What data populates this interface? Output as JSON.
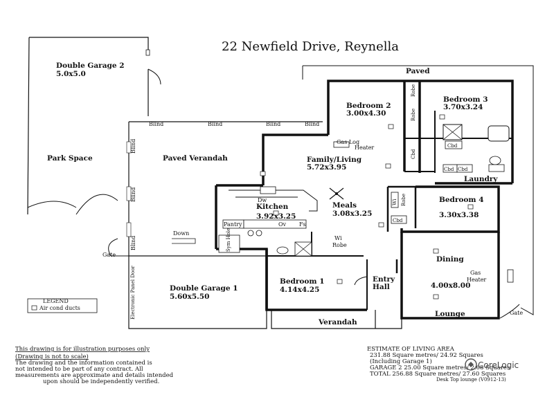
{
  "title": "22 Newfield Drive,  Reynella",
  "rooms": {
    "double_garage_2": {
      "name": "Double Garage 2",
      "size": "5.0x5.0"
    },
    "park_space": {
      "name": "Park Space"
    },
    "paved_verandah": {
      "name": "Paved Verandah"
    },
    "paved": {
      "name": "Paved"
    },
    "bedroom_2": {
      "name": "Bedroom 2",
      "size": "3.00x4.30"
    },
    "bedroom_3": {
      "name": "Bedroom 3",
      "size": "3.70x3.24"
    },
    "family_living": {
      "name": "Family/Living",
      "size": "5.72x3.95"
    },
    "kitchen": {
      "name": "Kitchen",
      "size": "3.92x3.25"
    },
    "meals": {
      "name": "Meals",
      "size": "3.08x3.25"
    },
    "bedroom_4": {
      "name": "Bedroom 4",
      "size": "3.30x3.38"
    },
    "laundry": {
      "name": "Laundry"
    },
    "dining": {
      "name": "Dining"
    },
    "lounge_size": {
      "size": "4.00x8.00"
    },
    "lounge": {
      "name": "Lounge"
    },
    "bedroom_1": {
      "name": "Bedroom 1",
      "size": "4.14x4.25"
    },
    "entry_hall": {
      "line1": "Entry",
      "line2": "Hall"
    },
    "double_garage_1": {
      "name": "Double Garage 1",
      "size": "5.60x5.50"
    },
    "verandah": {
      "name": "Verandah"
    }
  },
  "labels": {
    "blind": "Blind",
    "gas_log_heater_1": "Gas Log",
    "gas_log_heater_2": "Heater",
    "robe": "Robe",
    "cbd": "Cbd",
    "dw": "Dw",
    "pantry": "Pantry",
    "ov": "Ov",
    "fs": "Fs",
    "sym_hole": "Sym Hole",
    "wi_robe_1": "Wi",
    "wi_robe_2": "Robe",
    "down": "Down",
    "gate": "Gate",
    "gas_heater_1": "Gas",
    "gas_heater_2": "Heater",
    "electronic_panel_door": "Electronic Panel Door"
  },
  "legend": {
    "title": "LEGEND",
    "item": "Air cond ducts"
  },
  "disclaimer": {
    "line1": "This drawing is for illustration purposes only",
    "line2": "(Drawing is not to scale)",
    "line3": "The drawing and the information contained is",
    "line4": "not intended to be part of any contract.  All",
    "line5": "measurements are approximate and details intended",
    "line6": "upon should be independently verified."
  },
  "estimate": {
    "heading": "ESTIMATE OF LIVING AREA",
    "line1": "231.88 Square metres/ 24.92 Squares",
    "line2": "(Including Garage 1)",
    "line3": "GARAGE 2  25.00 Square metres/ 2.68 Squares",
    "line4": "TOTAL  256.88 Square metres/ 27.60 Squares",
    "credit": "Desk Top lounge  (V0912-13)"
  },
  "watermark": {
    "brand": "CoreLogic"
  }
}
